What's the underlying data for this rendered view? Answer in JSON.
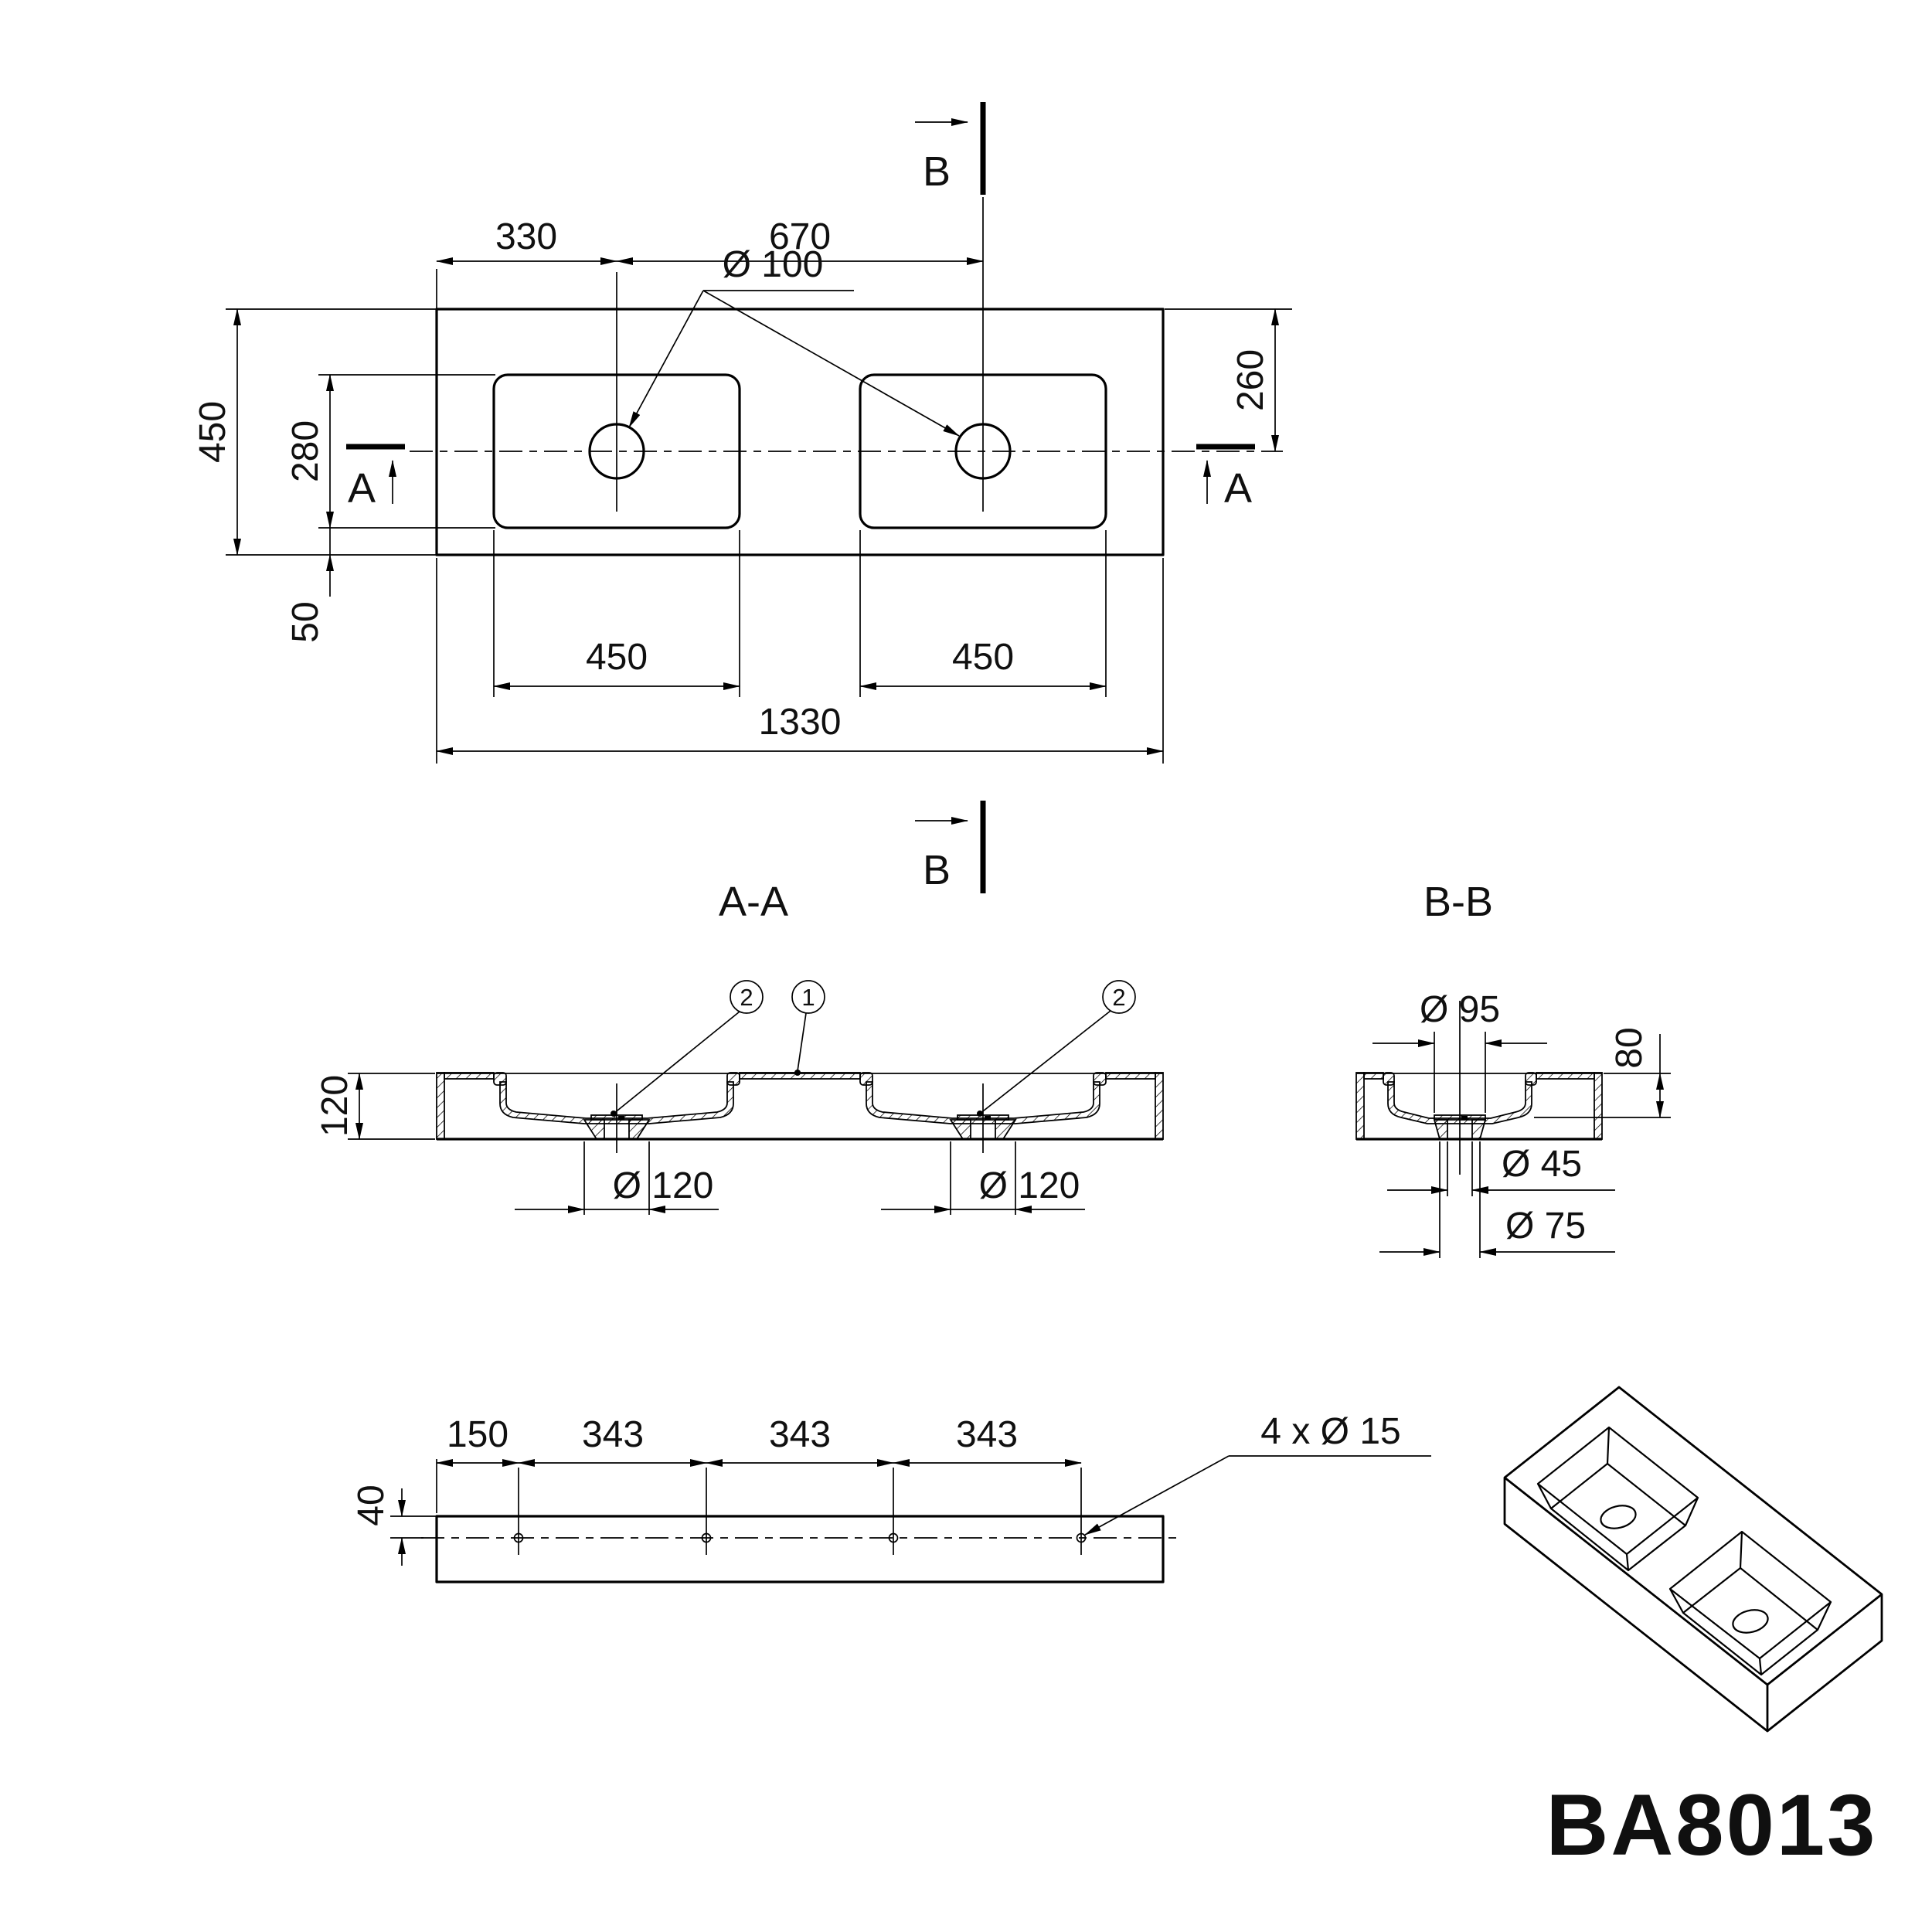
{
  "drawing": {
    "part_number": "BA8013",
    "top_view": {
      "dim_330": "330",
      "dim_670": "670",
      "faucet_hole_label": "Ø 100",
      "dim_depth_450": "450",
      "dim_basin_depth_280": "280",
      "dim_front_margin_50": "50",
      "dim_center_from_back_260": "260",
      "dim_basin1_width_450": "450",
      "dim_basin2_width_450": "450",
      "dim_total_width_1330": "1330",
      "marker_a": "A",
      "marker_b": "B"
    },
    "section_aa": {
      "title": "A-A",
      "callout_body": "1",
      "callout_drain": "2",
      "dim_height_120": "120",
      "dim_drain_boss_o120": "Ø 120"
    },
    "section_bb": {
      "title": "B-B",
      "dim_recess_o95": "Ø 95",
      "dim_inner_depth_80": "80",
      "dim_drain_hole_o45": "Ø 45",
      "dim_boss_bottom_o75": "Ø 75"
    },
    "bottom_view": {
      "dim_hole_offset_150": "150",
      "dim_hole_spacing_343": "343",
      "dim_hole_top_offset_40": "40",
      "holes_label": "4 x Ø 15"
    }
  }
}
